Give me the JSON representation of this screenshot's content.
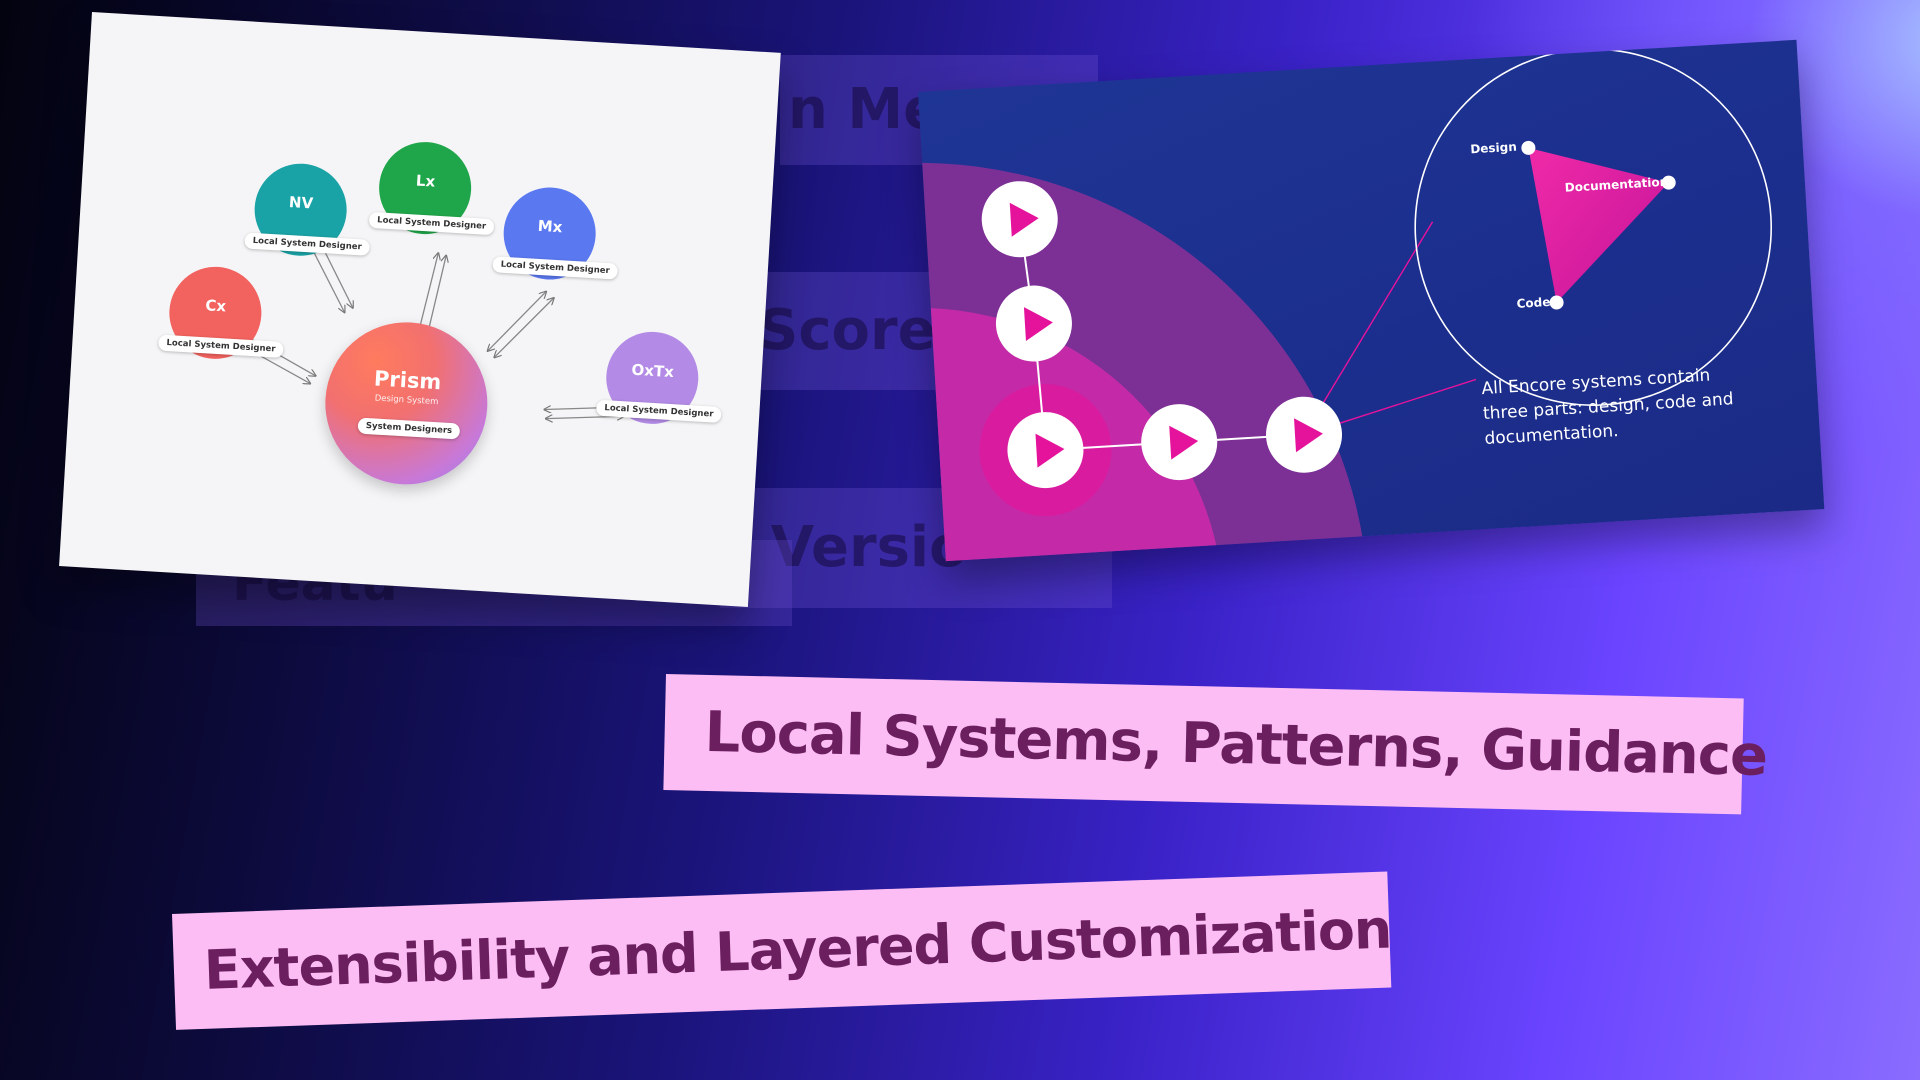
{
  "background_slides": {
    "slide_a_text": "n Me",
    "slide_b_text": "Score",
    "slide_c_text": "l Versio",
    "slide_d_text": "Featu"
  },
  "prism_slide": {
    "center": {
      "title": "Prism",
      "subtitle": "Design System",
      "badge": "System Designers"
    },
    "nodes": [
      {
        "abbr": "NV",
        "label": "Local System Designer",
        "color": "#1aa3a6"
      },
      {
        "abbr": "Lx",
        "label": "Local System Designer",
        "color": "#20a64a"
      },
      {
        "abbr": "Mx",
        "label": "Local System Designer",
        "color": "#5a78f0"
      },
      {
        "abbr": "Cx",
        "label": "Local System Designer",
        "color": "#f2625e"
      },
      {
        "abbr": "OxTx",
        "label": "Local System Designer",
        "color": "#b38be6"
      }
    ]
  },
  "encore_slide": {
    "vertices": {
      "design": "Design",
      "documentation": "Documentation",
      "code": "Code"
    },
    "description": {
      "line1": "All Encore systems contain",
      "line2": "three parts: design, code and",
      "line3": "documentation."
    },
    "colors": {
      "accent": "#e5139c",
      "background": "#1f3595"
    }
  },
  "captions": {
    "first": "Local Systems, Patterns, Guidance",
    "second": "Extensibility and Layered Customization"
  }
}
